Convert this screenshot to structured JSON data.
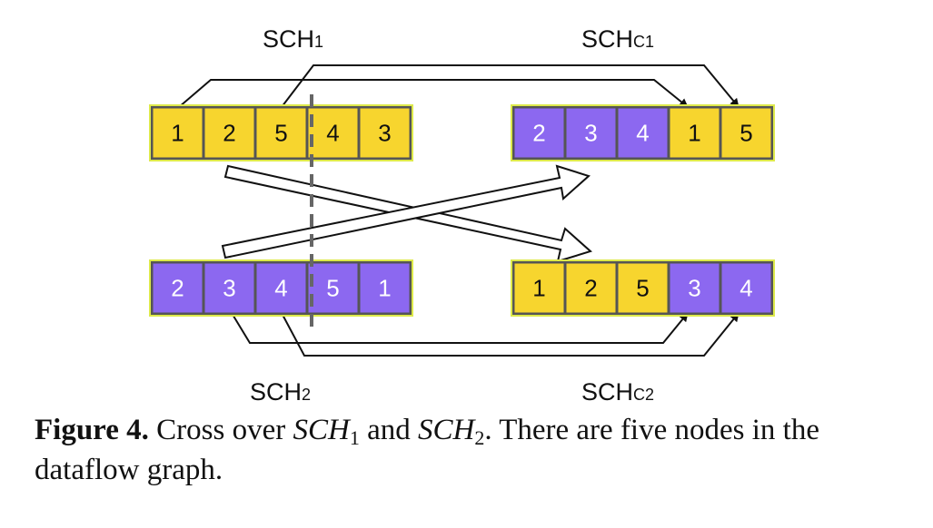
{
  "colors": {
    "yellow": "#f7d52e",
    "purple": "#8c68f0",
    "border_dark": "#555555",
    "border_light": "#dde94a"
  },
  "sequences": {
    "sch1": [
      {
        "n": "1",
        "c": "yellow"
      },
      {
        "n": "2",
        "c": "yellow"
      },
      {
        "n": "5",
        "c": "yellow"
      },
      {
        "n": "4",
        "c": "yellow"
      },
      {
        "n": "3",
        "c": "yellow"
      }
    ],
    "sch2": [
      {
        "n": "2",
        "c": "purple"
      },
      {
        "n": "3",
        "c": "purple"
      },
      {
        "n": "4",
        "c": "purple"
      },
      {
        "n": "5",
        "c": "purple"
      },
      {
        "n": "1",
        "c": "purple"
      }
    ],
    "schc1": [
      {
        "n": "2",
        "c": "purple"
      },
      {
        "n": "3",
        "c": "purple"
      },
      {
        "n": "4",
        "c": "purple"
      },
      {
        "n": "1",
        "c": "yellow"
      },
      {
        "n": "5",
        "c": "yellow"
      }
    ],
    "schc2": [
      {
        "n": "1",
        "c": "yellow"
      },
      {
        "n": "2",
        "c": "yellow"
      },
      {
        "n": "5",
        "c": "yellow"
      },
      {
        "n": "3",
        "c": "purple"
      },
      {
        "n": "4",
        "c": "purple"
      }
    ]
  },
  "labels": {
    "sch1": {
      "main": "SCH",
      "sub": "1"
    },
    "schc1": {
      "main": "SCH",
      "sub": "C1"
    },
    "sch2": {
      "main": "SCH",
      "sub": "2"
    },
    "schc2": {
      "main": "SCH",
      "sub": "C2"
    }
  },
  "caption": {
    "figure": "Figure 4.",
    "text1": " Cross over ",
    "sch": "SCH",
    "sub1": "1",
    "and": " and ",
    "sub2": "2",
    "text2": ". There are five nodes in the dataflow graph."
  }
}
